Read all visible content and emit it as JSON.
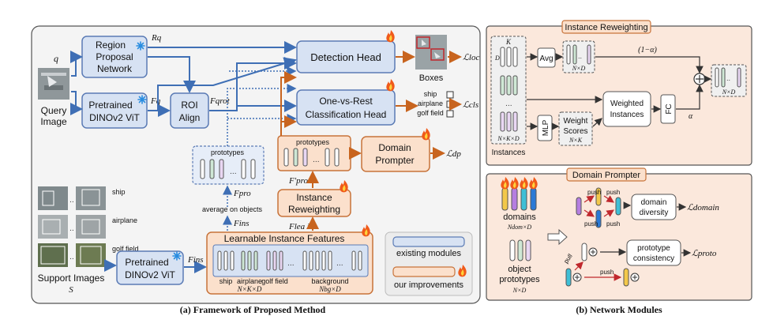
{
  "panel_a": {
    "caption": "(a) Framework of Proposed Method",
    "query_label": "q",
    "query_image_line1": "Query",
    "query_image_line2": "Image",
    "rpn_line1": "Region",
    "rpn_line2": "Proposal",
    "rpn_line3": "Network",
    "rq_label": "Rq",
    "fq_label": "Fq",
    "vit_line1": "Pretrained",
    "vit_line2": "DINOv2 ViT",
    "roi_line1": "ROI",
    "roi_line2": "Align",
    "fqrot_label": "Fqrot",
    "detection_head": "Detection Head",
    "ovr_line1": "One-vs-Rest",
    "ovr_line2": "Classification Head",
    "boxes_label": "Boxes",
    "loss_loc": "ℒloc",
    "loss_cls": "ℒcls",
    "loss_dp": "ℒdp",
    "cls_labels": [
      "ship",
      "airplane",
      "golf field"
    ],
    "prototypes_label": "prototypes",
    "prototypes_label2": "prototypes",
    "fpro_label": "Fpro",
    "fpro_prime_label": "F'pro",
    "average_label": "average on objects",
    "fins_label": "Fins",
    "fins_lea_label": "Flea ins",
    "domain_prompter_line1": "Domain",
    "domain_prompter_line2": "Prompter",
    "reweight_line1": "Instance",
    "reweight_line2": "Reweighting",
    "learnable_title": "Learnable Instance Features",
    "support_classes": [
      "ship",
      "airplane",
      "golf field"
    ],
    "support_line1": "Support Images",
    "support_line2": "S",
    "fins_support_label": "Fins",
    "feature_groups": [
      "ship",
      "airplane",
      "golf field",
      "background"
    ],
    "nxkxd": "N×K×D",
    "nbgxd": "Nbg×D",
    "legend_existing": "existing modules",
    "legend_improve": "our improvements"
  },
  "panel_b": {
    "caption": "(b) Network Modules",
    "reweight_title": "Instance Reweighting",
    "k_label": "K",
    "d_label": "D",
    "avg_label": "Avg",
    "nxd_label": "N×D",
    "one_minus_alpha": "(1−α)",
    "alpha": "α",
    "mlp_label": "MLP",
    "weight_scores_line1": "Weight",
    "weight_scores_line2": "Scores",
    "nxk_label": "N×K",
    "weighted_line1": "Weighted",
    "weighted_line2": "Instances",
    "fc_label": "FC",
    "nxkxd_label": "N×K×D",
    "instances_label": "Instances",
    "nxd_out_label": "N×D",
    "dp_title": "Domain Prompter",
    "domains_label": "domains",
    "domains_dim": "Ndom×D",
    "object_line1": "object",
    "object_line2": "prototypes",
    "object_dim": "N×D",
    "push_label": "push",
    "pull_label": "pull",
    "domain_div_line1": "domain",
    "domain_div_line2": "diversity",
    "loss_domain": "ℒdomain",
    "proto_cons_line1": "prototype",
    "proto_cons_line2": "consistency",
    "loss_proto": "ℒproto"
  },
  "colors": {
    "existing_fill": "#d7e2f3",
    "existing_stroke": "#5b7bb5",
    "improve_fill": "#fbe0cc",
    "improve_stroke": "#c8733a",
    "arrow_blue": "#3f6fb5",
    "arrow_orange": "#c8641e"
  }
}
